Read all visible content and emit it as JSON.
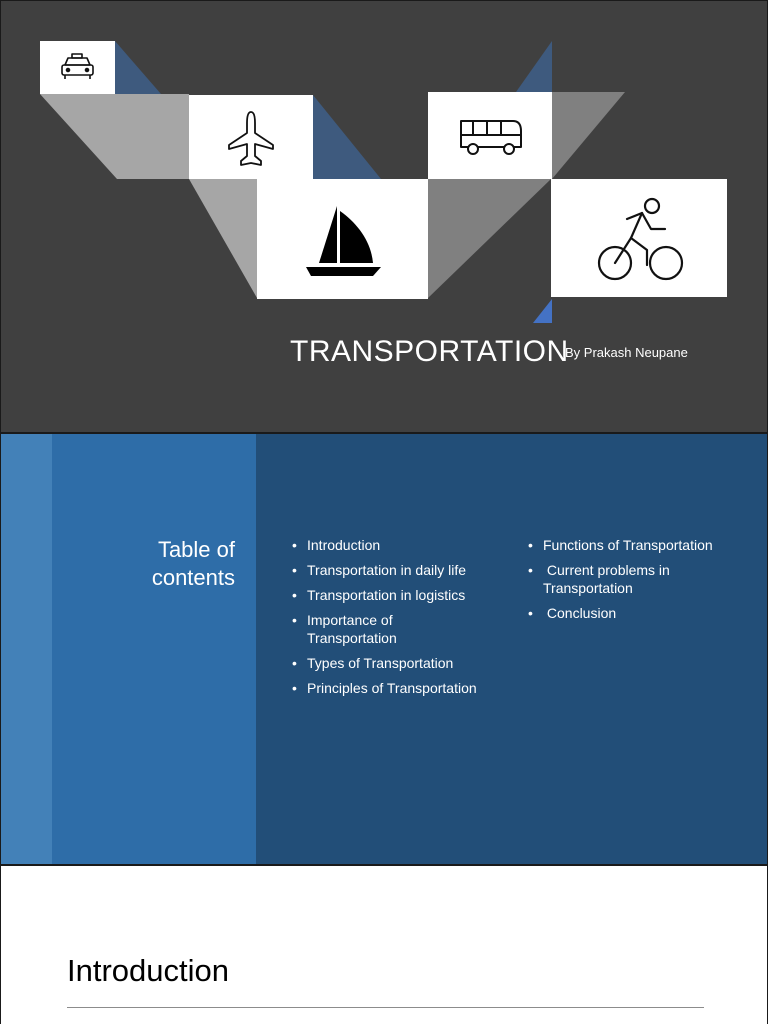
{
  "slide1": {
    "title": "TRANSPORTATION",
    "byline": "By Prakash Neupane",
    "icons": [
      "taxi-icon",
      "airplane-icon",
      "bus-icon",
      "sailboat-icon",
      "bicycle-icon"
    ],
    "colors": {
      "background": "#404040",
      "tile": "#ffffff",
      "grey_shape": "#a6a6a6",
      "dark_grey_shape": "#808080",
      "blue_shape": "#3e5a7e",
      "accent_blue": "#4472c4"
    }
  },
  "slide2": {
    "title": "Table of contents",
    "column1": [
      "Introduction",
      "Transportation in daily life",
      "Transportation in logistics",
      "Importance of Transportation",
      "Types of Transportation",
      "Principles of Transportation"
    ],
    "column2": [
      "Functions of Transportation",
      " Current problems in Transportation",
      " Conclusion"
    ],
    "colors": {
      "background": "#224e78",
      "band_light": "#4381b8",
      "band_mid": "#2e6da8"
    }
  },
  "slide3": {
    "heading": "Introduction"
  }
}
